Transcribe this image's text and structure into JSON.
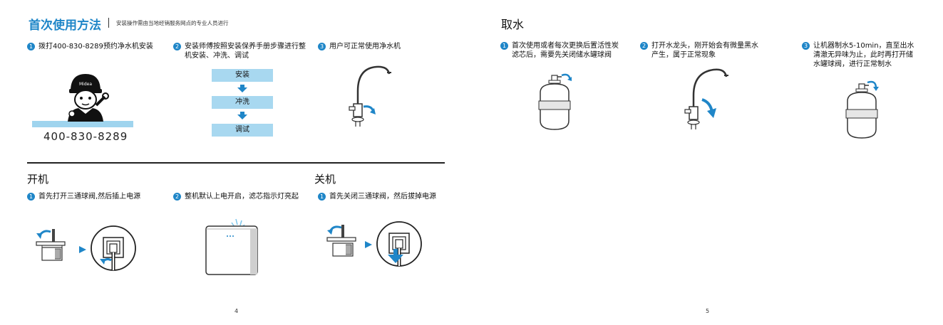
{
  "page4": {
    "title": "首次使用方法",
    "subtitle": "安装操作需由当地经销服务网点的专业人员进行",
    "first_use_steps": [
      {
        "num": "1",
        "text": "拨打400-830-8289预约净水机安装"
      },
      {
        "num": "2",
        "text": "安装师傅按照安装保养手册步骤进行整机安装、冲洗、调试"
      },
      {
        "num": "3",
        "text": "用户可正常使用净水机"
      }
    ],
    "brand_on_cap": "Midea",
    "phone": "400-830-8289",
    "flow": [
      "安装",
      "冲洗",
      "调试"
    ],
    "power_on": {
      "title": "开机",
      "steps": [
        {
          "num": "1",
          "text": "首先打开三通球阀,然后插上电源"
        },
        {
          "num": "2",
          "text": "整机默认上电开启，滤芯指示灯亮起"
        }
      ]
    },
    "power_off": {
      "title": "关机",
      "steps": [
        {
          "num": "1",
          "text": "首先关闭三通球阀，然后拔掉电源"
        }
      ]
    },
    "page_number": "4"
  },
  "page5": {
    "title": "取水",
    "steps": [
      {
        "num": "1",
        "text": "首次使用或者每次更换后置活性炭滤芯后，需要先关闭储水罐球阀"
      },
      {
        "num": "2",
        "text": "打开水龙头，刚开始会有微量黑水产生，属于正常现象"
      },
      {
        "num": "3",
        "text": "让机器制水5-10min，直至出水清澈无异味为止，此时再打开储水罐球阀，进行正常制水"
      }
    ],
    "page_number": "5"
  },
  "colors": {
    "accent": "#1f86c8",
    "flow_box": "#a8d8f0",
    "phone_band": "#9fd4ee"
  }
}
